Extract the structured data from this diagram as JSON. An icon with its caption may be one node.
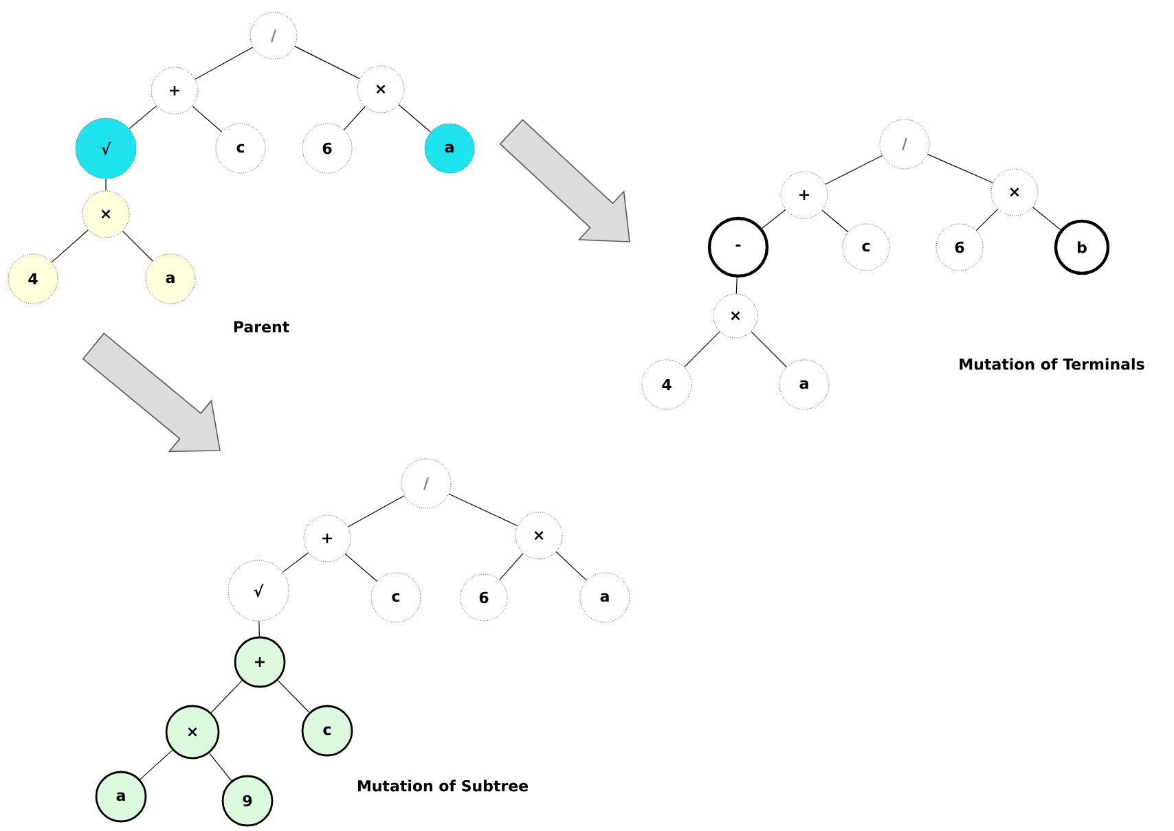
{
  "diagram": {
    "nodes": [
      {
        "text": [
          "/"
        ]
      },
      {
        "text": [
          "+"
        ]
      },
      {
        "text": [
          "×"
        ]
      },
      {
        "text": [
          "√"
        ]
      },
      {
        "text": [
          "c"
        ]
      },
      {
        "text": [
          "6"
        ]
      },
      {
        "text": [
          "a"
        ]
      },
      {
        "text": [
          "×"
        ]
      },
      {
        "text": [
          "4"
        ]
      },
      {
        "text": [
          "a"
        ]
      },
      {
        "text": [
          "/"
        ]
      },
      {
        "text": [
          "+"
        ]
      },
      {
        "text": [
          "×"
        ]
      },
      {
        "text": [
          "-"
        ]
      },
      {
        "text": [
          "c"
        ]
      },
      {
        "text": [
          "6"
        ]
      },
      {
        "text": [
          "b"
        ]
      },
      {
        "text": [
          "×"
        ]
      },
      {
        "text": [
          "4"
        ]
      },
      {
        "text": [
          "a"
        ]
      },
      {
        "text": [
          "/"
        ]
      },
      {
        "text": [
          "+"
        ]
      },
      {
        "text": [
          "×"
        ]
      },
      {
        "text": [
          "√"
        ]
      },
      {
        "text": [
          "c"
        ]
      },
      {
        "text": [
          "6"
        ]
      },
      {
        "text": [
          "a"
        ]
      },
      {
        "text": [
          "+"
        ]
      },
      {
        "text": [
          "×"
        ]
      },
      {
        "text": [
          "c"
        ]
      },
      {
        "text": [
          "a"
        ]
      },
      {
        "text": [
          "9"
        ]
      }
    ],
    "edges": [
      {
        "from": 0,
        "to": 1,
        "arrow": "none"
      },
      {
        "from": 0,
        "to": 2,
        "arrow": "none"
      },
      {
        "from": 1,
        "to": 3,
        "arrow": "none"
      },
      {
        "from": 1,
        "to": 4,
        "arrow": "none"
      },
      {
        "from": 2,
        "to": 5,
        "arrow": "none"
      },
      {
        "from": 2,
        "to": 6,
        "arrow": "none"
      },
      {
        "from": 3,
        "to": 7,
        "arrow": "none"
      },
      {
        "from": 7,
        "to": 8,
        "arrow": "none"
      },
      {
        "from": 7,
        "to": 9,
        "arrow": "none"
      },
      {
        "from": 10,
        "to": 11,
        "arrow": "none"
      },
      {
        "from": 10,
        "to": 12,
        "arrow": "none"
      },
      {
        "from": 11,
        "to": 13,
        "arrow": "none"
      },
      {
        "from": 11,
        "to": 14,
        "arrow": "none"
      },
      {
        "from": 12,
        "to": 15,
        "arrow": "none"
      },
      {
        "from": 12,
        "to": 16,
        "arrow": "none"
      },
      {
        "from": 13,
        "to": 17,
        "arrow": "none"
      },
      {
        "from": 17,
        "to": 18,
        "arrow": "none"
      },
      {
        "from": 17,
        "to": 19,
        "arrow": "none"
      },
      {
        "from": 20,
        "to": 21,
        "arrow": "none"
      },
      {
        "from": 20,
        "to": 22,
        "arrow": "none"
      },
      {
        "from": 21,
        "to": 23,
        "arrow": "none"
      },
      {
        "from": 21,
        "to": 24,
        "arrow": "none"
      },
      {
        "from": 22,
        "to": 25,
        "arrow": "none"
      },
      {
        "from": 22,
        "to": 26,
        "arrow": "none"
      },
      {
        "from": 23,
        "to": 27,
        "arrow": "none"
      },
      {
        "from": 27,
        "to": 28,
        "arrow": "none"
      },
      {
        "from": 27,
        "to": 29,
        "arrow": "none"
      },
      {
        "from": 28,
        "to": 30,
        "arrow": "none"
      },
      {
        "from": 28,
        "to": 31,
        "arrow": "none"
      }
    ],
    "labels": [
      "Parent",
      "Mutation of Terminals",
      "Mutation of Subtree"
    ]
  }
}
